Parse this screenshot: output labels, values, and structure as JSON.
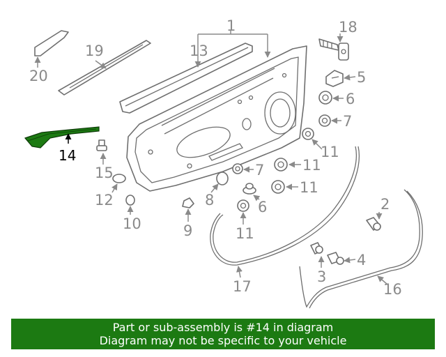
{
  "diagram": {
    "callouts": {
      "c1": "1",
      "c2": "2",
      "c3": "3",
      "c4": "4",
      "c5": "5",
      "c6a": "6",
      "c6b": "6",
      "c7a": "7",
      "c7b": "7",
      "c8": "8",
      "c9": "9",
      "c10": "10",
      "c11a": "11",
      "c11b": "11",
      "c11c": "11",
      "c11d": "11",
      "c12": "12",
      "c13": "13",
      "c14": "14",
      "c15": "15",
      "c16": "16",
      "c17": "17",
      "c18": "18",
      "c19": "19",
      "c20": "20"
    },
    "highlight_color": "#1c7a12"
  },
  "banner": {
    "line1": "Part or sub-assembly is #14 in diagram",
    "line2": "Diagram may not be specific to your vehicle",
    "color": "#1c7a12"
  }
}
